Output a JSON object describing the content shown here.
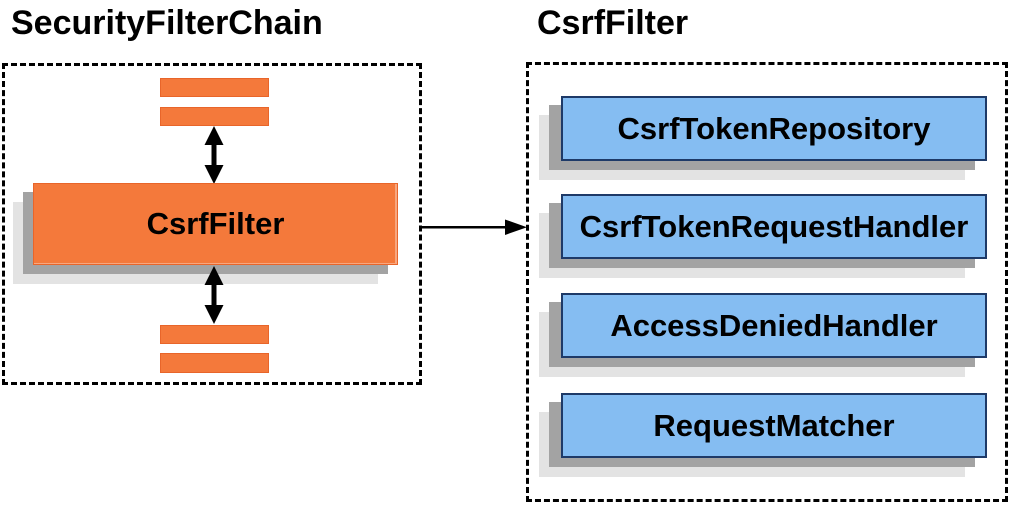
{
  "diagram": {
    "left": {
      "title": "SecurityFilterChain",
      "filter_label": "CsrfFilter"
    },
    "right": {
      "title": "CsrfFilter",
      "components": [
        {
          "label": "CsrfTokenRepository"
        },
        {
          "label": "CsrfTokenRequestHandler"
        },
        {
          "label": "AccessDeniedHandler"
        },
        {
          "label": "RequestMatcher"
        }
      ]
    },
    "icons": {
      "vertical_arrows": "double-headed-arrow-icon",
      "horizontal_arrow": "arrow-right-icon"
    },
    "colors": {
      "orange": "#F4793B",
      "orange_border": "#E8652A",
      "blue": "#85BDF2",
      "blue_border": "#1E3A68",
      "shadow_dark": "#A3A3A3",
      "shadow_light": "#E3E3E3",
      "outline": "#000000"
    }
  }
}
